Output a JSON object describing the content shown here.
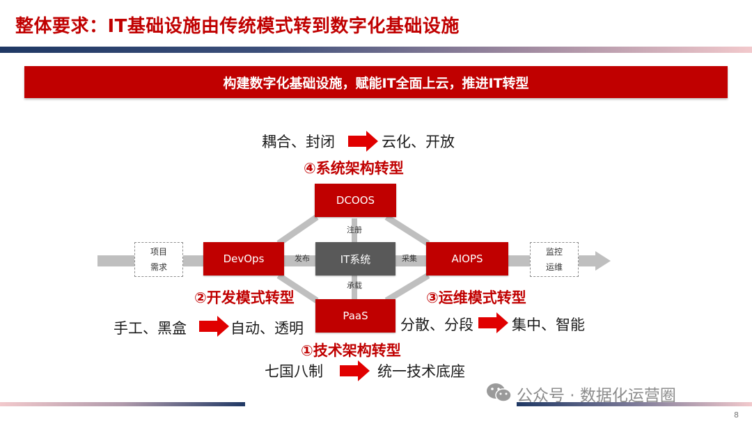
{
  "slide": {
    "title": "整体要求：IT基础设施由传统模式转到数字化基础设施",
    "banner": "构建数字化基础设施，赋能IT全面上云，推进IT转型",
    "page_number": "8",
    "watermark": "公众号 · 数据化运营圈"
  },
  "transforms": {
    "architecture": {
      "from": "耦合、封闭",
      "to": "云化、开放",
      "label": "④系统架构转型"
    },
    "development": {
      "from": "手工、黑盒",
      "to": "自动、透明",
      "label": "②开发模式转型"
    },
    "operations": {
      "from": "分散、分段",
      "to": "集中、智能",
      "label": "③运维模式转型"
    },
    "technology": {
      "from": "七国八制",
      "to": "统一技术底座",
      "label": "①技术架构转型"
    }
  },
  "nodes": {
    "dcoos": "DCOOS",
    "devops": "DevOps",
    "it_system": "IT系统",
    "aiops": "AIOPS",
    "paas": "PaaS",
    "input": [
      "项目",
      "需求"
    ],
    "output": [
      "监控",
      "运维"
    ]
  },
  "edges": {
    "publish": "发布",
    "register": "注册",
    "collect": "采集",
    "carry": "承载"
  },
  "colors": {
    "accent_red": "#c00000",
    "dark_gray": "#595959",
    "connector_gray": "#bfbfbf",
    "navy": "#1f3864"
  }
}
